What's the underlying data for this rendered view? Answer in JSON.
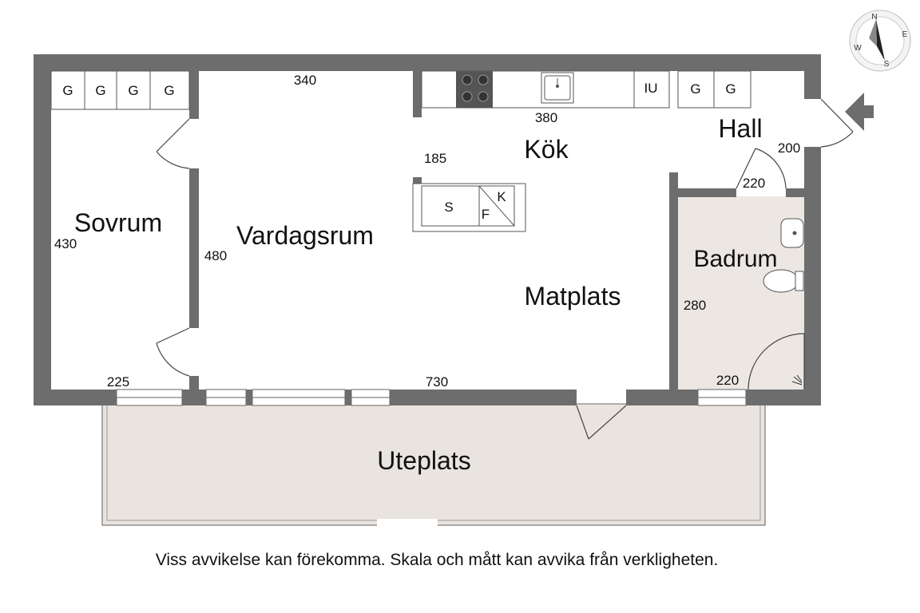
{
  "rooms": {
    "sovrum": "Sovrum",
    "vardagsrum": "Vardagsrum",
    "kok": "Kök",
    "hall": "Hall",
    "badrum": "Badrum",
    "matplats": "Matplats",
    "uteplats": "Uteplats"
  },
  "dimensions": {
    "d340": "340",
    "d380": "380",
    "d185": "185",
    "d200": "200",
    "d220_hall": "220",
    "d430": "430",
    "d480": "480",
    "d280": "280",
    "d225": "225",
    "d730": "730",
    "d220_bath": "220"
  },
  "fixtures": {
    "g": "G",
    "iu": "IU",
    "s": "S",
    "f": "F",
    "k": "K"
  },
  "compass": {
    "n": "N",
    "e": "E",
    "s": "S",
    "w": "W"
  },
  "disclaimer": "Viss avvikelse kan förekomma. Skala och mått kan avvika från verkligheten.",
  "colors": {
    "wall": "#6d6d6d",
    "bathroom_floor": "#ece7e3",
    "patio": "#e9e4df",
    "ink": "#111111"
  }
}
